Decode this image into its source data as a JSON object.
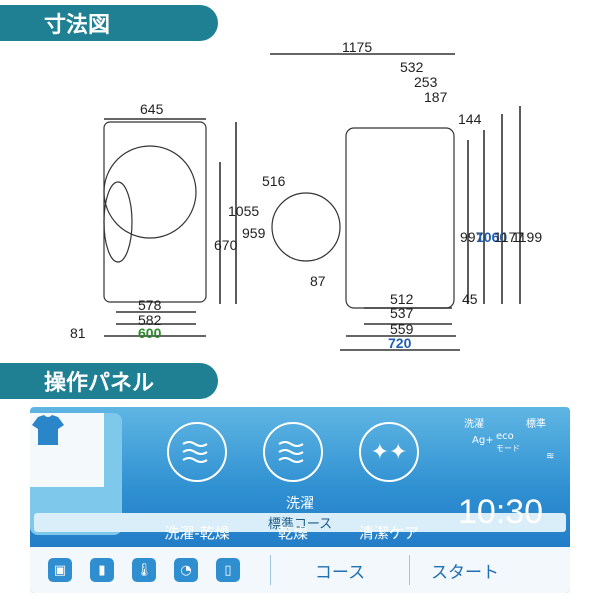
{
  "sections": {
    "dimensions_title": "寸法図",
    "panel_title": "操作パネル"
  },
  "dimensions": {
    "front_width": "645",
    "front_heights": [
      "670",
      "1055"
    ],
    "opening_height": "959",
    "side_overall_width": "1175",
    "door_diameter": "516",
    "rear_offsets": [
      "532",
      "253",
      "187"
    ],
    "top_144": "144",
    "side_heights": [
      "997",
      "1060",
      "1177",
      "1199"
    ],
    "bottom_87": "87",
    "foot_widths_front": [
      "578",
      "582",
      "600"
    ],
    "left_81": "81",
    "foot_widths_side": [
      "512",
      "537",
      "559",
      "720"
    ],
    "right_45": "45"
  },
  "panel": {
    "wash_title": "洗濯",
    "wash_course": "標準コース",
    "modes": [
      "洗濯-乾燥",
      "乾燥",
      "清潔ケア"
    ],
    "status_top": [
      "洗濯",
      "標準"
    ],
    "status_icons": [
      "Ag+",
      "eco",
      "モード"
    ],
    "clock": "10:30",
    "bottom_buttons": [
      "コース",
      "スタート"
    ]
  },
  "colors": {
    "header": "#1f7f93",
    "accent_green": "#2e8b2e",
    "accent_blue": "#1f5fb2"
  }
}
